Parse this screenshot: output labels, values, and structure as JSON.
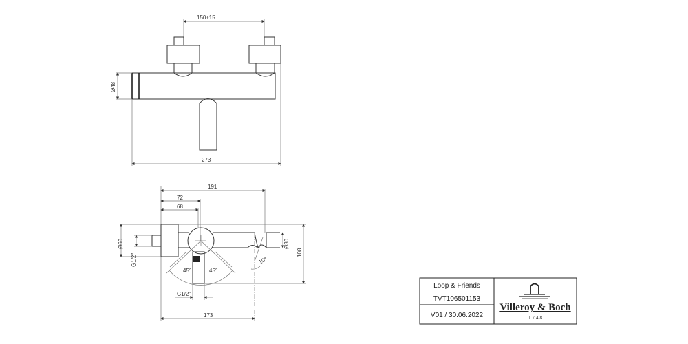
{
  "drawing": {
    "front_view": {
      "dim_inlet_spacing": "150±15",
      "dim_body_diameter": "Ø48",
      "dim_total_width": "273"
    },
    "top_view": {
      "dim_191": "191",
      "dim_72": "72",
      "dim_68": "68",
      "dim_flange_diameter": "Ø60",
      "dim_thread_left": "G1/2\"",
      "dim_spout_diameter": "Ø30",
      "dim_depth": "108",
      "angle_left": "45°",
      "angle_right": "45°",
      "angle_spout": "10°",
      "dim_thread_bottom": "G1/2\"",
      "dim_173": "173"
    }
  },
  "title_block": {
    "product": "Loop & Friends",
    "article_number": "TVT106501153",
    "version_date": "V01 / 30.06.2022",
    "brand": "Villeroy & Boch",
    "brand_year": "1748"
  }
}
